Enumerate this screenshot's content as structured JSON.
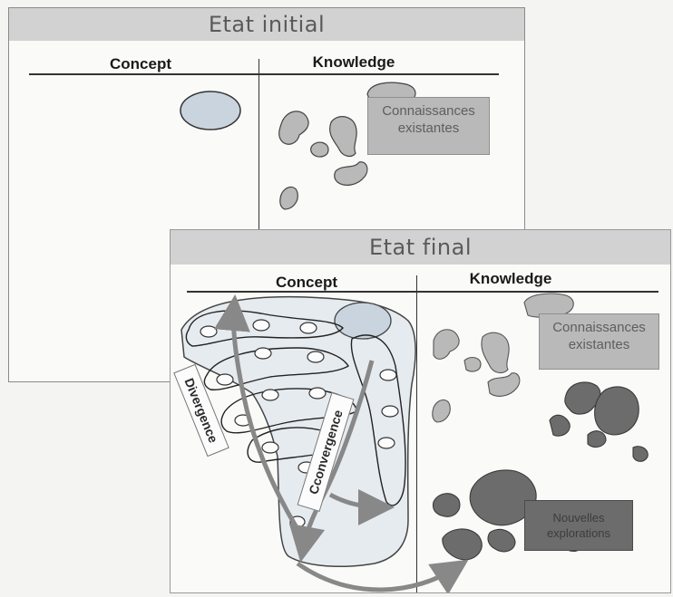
{
  "initial": {
    "title": "Etat initial",
    "concept_header": "Concept",
    "knowledge_header": "Knowledge",
    "existing_label": "Connaissances\nexistantes"
  },
  "final": {
    "title": "Etat final",
    "concept_header": "Concept",
    "knowledge_header": "Knowledge",
    "existing_label": "Connaissances\nexistantes",
    "new_label": "Nouvelles\nexplorations",
    "divergence_label": "Divergence",
    "convergence_label": "Cconvergence"
  },
  "colors": {
    "title_bar": "#d2d2d2",
    "existing_knowledge": "#b9b9b9",
    "new_knowledge": "#6c6c6c",
    "concept_oval": "#c9d4df"
  }
}
